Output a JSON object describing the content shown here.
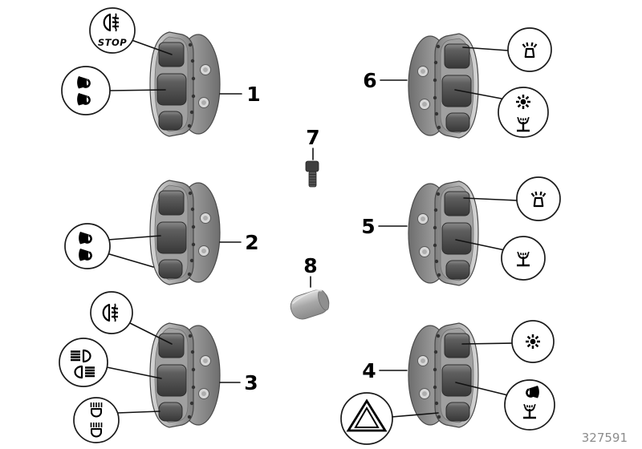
{
  "figure": {
    "drawing_number": "327591",
    "colors": {
      "background": "#ffffff",
      "outline": "#000000",
      "pod_light": "#d6d6d6",
      "pod_dark": "#7e7e7e",
      "button_dark": "#383838",
      "footer_text": "#8c8c8c"
    }
  },
  "labels": {
    "part1": "1",
    "part2": "2",
    "part3": "3",
    "part4": "4",
    "part5": "5",
    "part6": "6",
    "part7": "7",
    "part8": "8",
    "stop": "STOP",
    "drawing_number": "327591"
  },
  "parts": [
    {
      "ref": "1",
      "side": "left",
      "callout_icons": [
        "rear-fog-light-stop",
        "horn",
        "horn"
      ]
    },
    {
      "ref": "2",
      "side": "left",
      "callout_icons": [
        "horn",
        "horn"
      ]
    },
    {
      "ref": "3",
      "side": "left",
      "callout_icons": [
        "front-fog-light",
        "high-beam",
        "low-beam",
        "heated-grip",
        "heated-grip"
      ]
    },
    {
      "ref": "4",
      "side": "right",
      "callout_icons": [
        "sun-flasher",
        "horn",
        "beacon-mast",
        "hazard-triangle"
      ]
    },
    {
      "ref": "5",
      "side": "right",
      "callout_icons": [
        "signal-lamp",
        "beacon-mast"
      ]
    },
    {
      "ref": "6",
      "side": "right",
      "callout_icons": [
        "signal-lamp",
        "sun-flasher",
        "beacon-mast"
      ]
    },
    {
      "ref": "7",
      "type": "screw"
    },
    {
      "ref": "8",
      "type": "clamp-sleeve"
    }
  ]
}
